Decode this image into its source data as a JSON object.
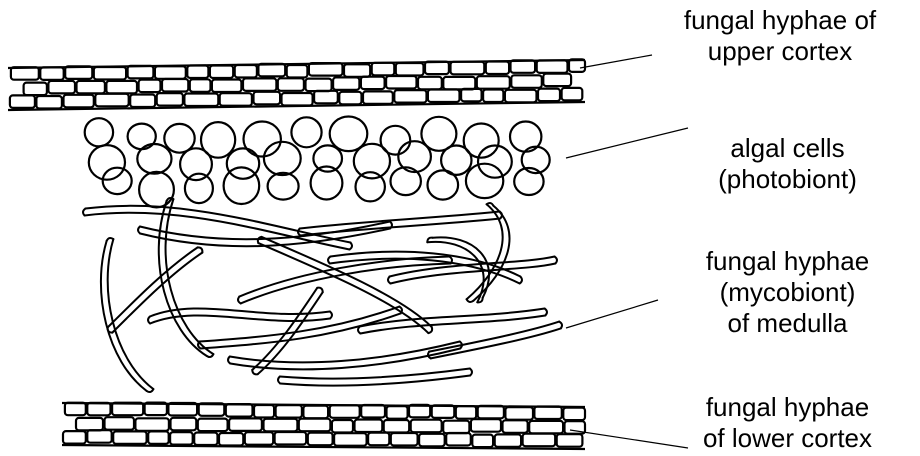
{
  "labels": {
    "upper_cortex": [
      "fungal hyphae of",
      "upper cortex"
    ],
    "algal_cells": [
      "algal cells",
      "(photobiont)"
    ],
    "medulla": [
      "fungal hyphae",
      "(mycobiont)",
      "of medulla"
    ],
    "lower_cortex": [
      "fungal hyphae",
      "of lower cortex"
    ]
  },
  "colors": {
    "ink": "#000000",
    "background": "#ffffff"
  }
}
